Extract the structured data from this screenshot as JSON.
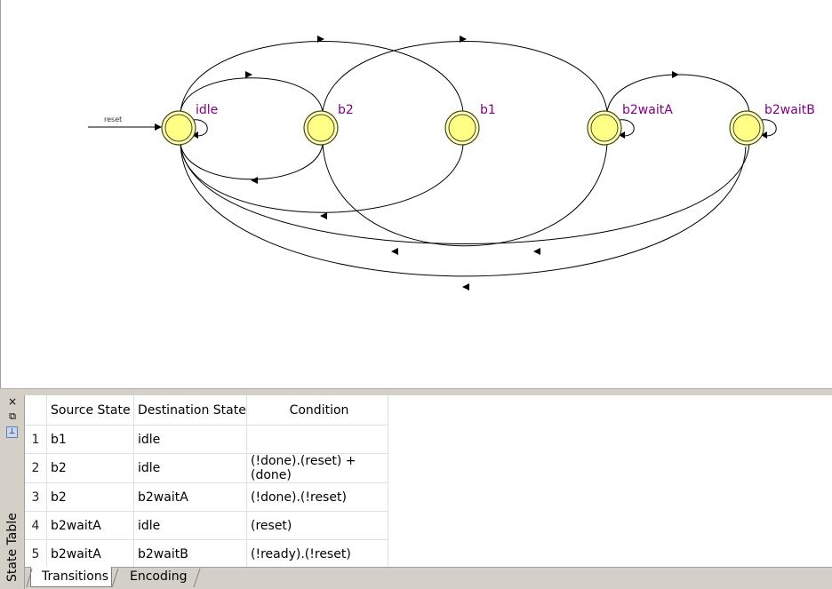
{
  "diagram": {
    "states": [
      {
        "id": "idle",
        "label": "idle"
      },
      {
        "id": "b2",
        "label": "b2"
      },
      {
        "id": "b1",
        "label": "b1"
      },
      {
        "id": "b2waitA",
        "label": "b2waitA"
      },
      {
        "id": "b2waitB",
        "label": "b2waitB"
      }
    ],
    "reset_label": "reset",
    "state_fill": "#ffff99",
    "state_stroke": "#606000",
    "label_color": "#800080"
  },
  "panel": {
    "title": "State Table",
    "close_icon": "close-icon",
    "float_icon": "float-window-icon",
    "pin_icon": "pin-icon"
  },
  "table": {
    "columns": [
      "",
      "Source State",
      "Destination State",
      "Condition"
    ],
    "rows": [
      {
        "num": "1",
        "source": "b1",
        "dest": "idle",
        "cond": ""
      },
      {
        "num": "2",
        "source": "b2",
        "dest": "idle",
        "cond": "(!done).(reset) + (done)"
      },
      {
        "num": "3",
        "source": "b2",
        "dest": "b2waitA",
        "cond": "(!done).(!reset)"
      },
      {
        "num": "4",
        "source": "b2waitA",
        "dest": "idle",
        "cond": "(reset)"
      },
      {
        "num": "5",
        "source": "b2waitA",
        "dest": "b2waitB",
        "cond": "(!ready).(!reset)"
      }
    ]
  },
  "tabs": [
    "Transitions",
    "Encoding"
  ]
}
